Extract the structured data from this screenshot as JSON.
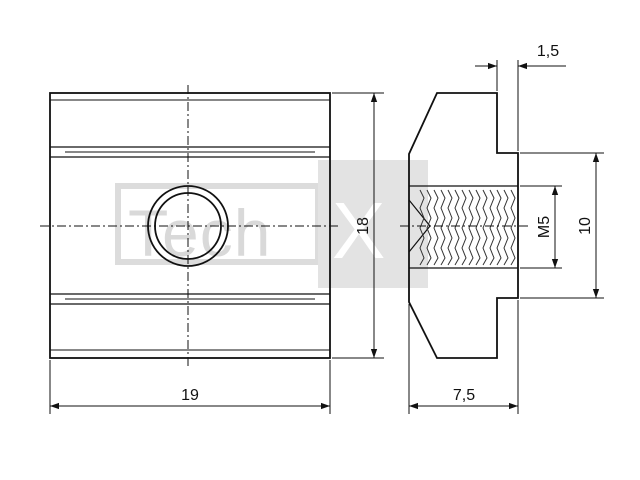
{
  "watermark": {
    "text_left": "Tech",
    "text_right": "X"
  },
  "dimensions": {
    "width_front": "19",
    "height_front": "18",
    "width_side": "7,5",
    "thread": "M5",
    "thread_height": "10",
    "flange": "1,5"
  },
  "colors": {
    "line": "#111111",
    "watermark": "#d9d9d9",
    "background": "#ffffff"
  }
}
